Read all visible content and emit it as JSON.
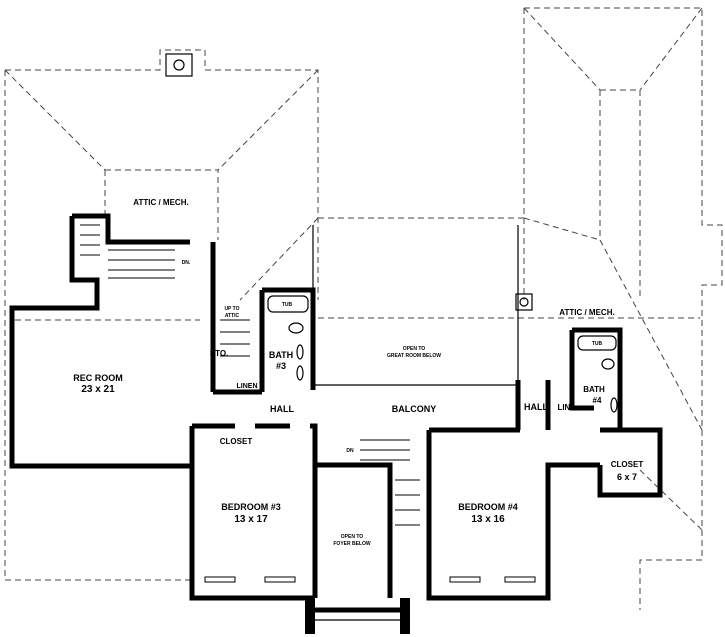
{
  "plan": {
    "attic_left": "ATTIC / MECH.",
    "attic_right": "ATTIC / MECH.",
    "stair_left_dn": "DN.",
    "stair_center_dn": "DN",
    "up_to_attic": [
      "UP TO",
      "ATTIC"
    ],
    "storage": "STO.",
    "tub_3": "TUB",
    "tub_4": "TUB",
    "bath3": [
      "BATH",
      "#3"
    ],
    "linen": "LINEN",
    "hall_left": "HALL",
    "hall_right": "HALL",
    "balcony": "BALCONY",
    "open_great": [
      "OPEN TO",
      "GREAT ROOM BELOW"
    ],
    "lin": "LIN.",
    "bath4": [
      "BATH",
      "#4"
    ],
    "closet_b3": "CLOSET",
    "closet_b4": [
      "CLOSET",
      "6 x 7"
    ],
    "rec_room": [
      "REC ROOM",
      "23 x 21"
    ],
    "bedroom3": [
      "BEDROOM #3",
      "13 x 17"
    ],
    "open_foyer": [
      "OPEN TO",
      "FOYER BELOW"
    ],
    "bedroom4": [
      "BEDROOM #4",
      "13 x 16"
    ]
  }
}
